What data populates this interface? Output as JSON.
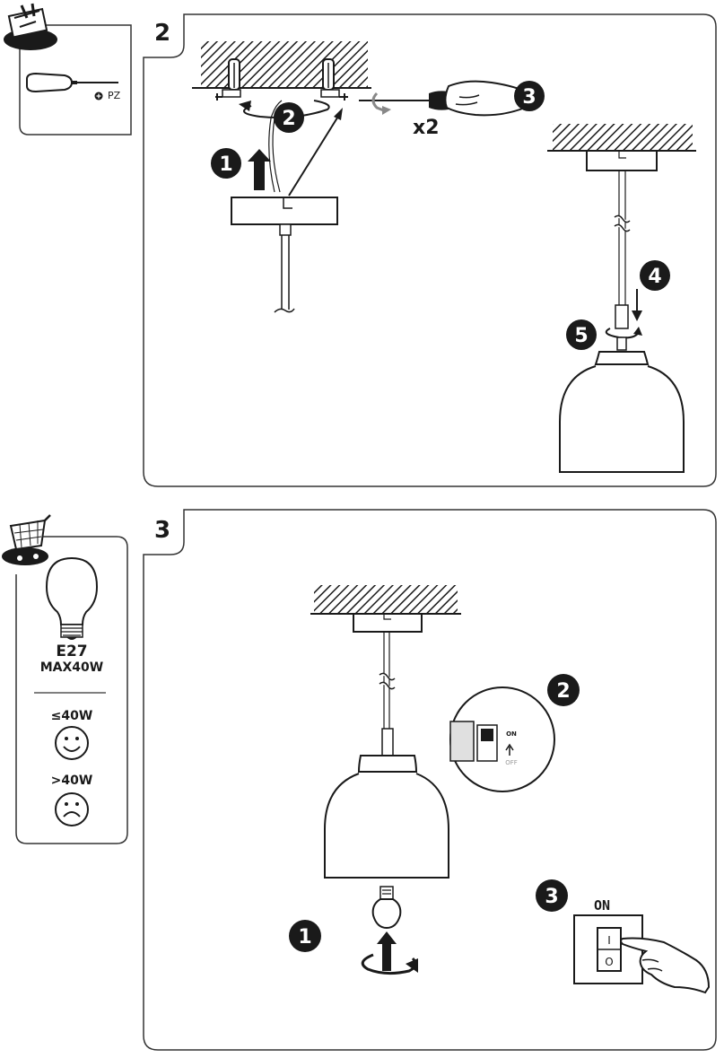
{
  "step2": {
    "number": "2",
    "tool_label": "PZ",
    "repeat_label": "x2",
    "callouts": [
      "1",
      "2",
      "3",
      "4",
      "5"
    ]
  },
  "step3": {
    "number": "3",
    "bulb_socket": "E27",
    "bulb_max": "MAX40W",
    "ok_wattage": "≤40W",
    "bad_wattage": ">40W",
    "callouts": [
      "1",
      "2",
      "3"
    ],
    "switch_on_small": "ON",
    "switch_off_small": "OFF",
    "wall_switch_label": "ON",
    "wall_switch_on_mark": "I",
    "wall_switch_off_mark": "O"
  }
}
